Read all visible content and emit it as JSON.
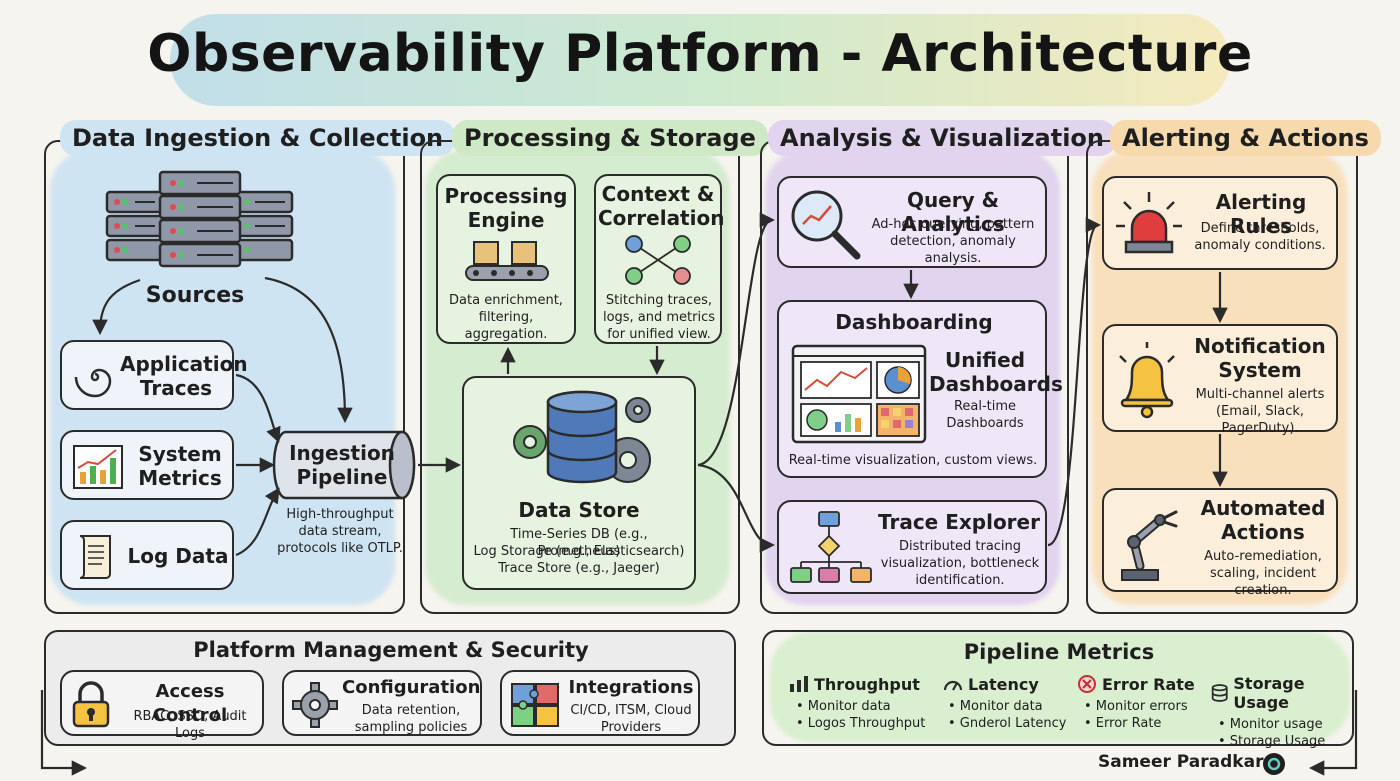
{
  "title": "Observability Platform - Architecture",
  "sections": {
    "ingestion": {
      "title": "Data Ingestion & Collection",
      "sources": "Sources",
      "app_traces": "Application Traces",
      "system_metrics": "System Metrics",
      "log_data": "Log Data",
      "pipeline_title": "Ingestion Pipeline",
      "pipeline_desc": "High-throughput data stream, protocols like OTLP."
    },
    "processing": {
      "title": "Processing & Storage",
      "engine_title": "Processing Engine",
      "engine_desc": "Data enrichment, filtering, aggregation.",
      "context_title": "Context & Correlation",
      "context_desc": "Stitching traces, logs, and metrics for unified view.",
      "store_title": "Data Store",
      "store_line1": "Time-Series DB (e.g., Prometheus)",
      "store_line2": "Log Storage (e.g., Elasticsearch)",
      "store_line3": "Trace Store (e.g., Jaeger)"
    },
    "analysis": {
      "title": "Analysis & Visualization",
      "query_title": "Query & Analytics",
      "query_desc": "Ad-hoc querying, pattern detection, anomaly analysis.",
      "dash_title": "Dashboarding",
      "dash_unified": "Unified Dashboards",
      "dash_realtime": "Real-time Dashboards",
      "dash_desc": "Real-time visualization, custom views.",
      "trace_title": "Trace Explorer",
      "trace_desc": "Distributed tracing visualization, bottleneck identification."
    },
    "alerting": {
      "title": "Alerting & Actions",
      "rules_title": "Alerting Rules",
      "rules_desc": "Define thresholds, anomaly conditions.",
      "notif_title": "Notification System",
      "notif_desc": "Multi-channel alerts (Email, Slack, PagerDuty).",
      "auto_title": "Automated Actions",
      "auto_desc": "Auto-remediation, scaling, incident creation."
    }
  },
  "management": {
    "title": "Platform Management & Security",
    "access_title": "Access Control",
    "access_desc": "RBAC, SSO, Audit Logs",
    "config_title": "Configuration",
    "config_desc": "Data retention, sampling policies",
    "integ_title": "Integrations",
    "integ_desc": "CI/CD, ITSM, Cloud Providers"
  },
  "metrics": {
    "title": "Pipeline Metrics",
    "items": [
      {
        "label": "Throughput",
        "b1": "• Monitor data",
        "b2": "• Logos Throughput"
      },
      {
        "label": "Latency",
        "b1": "• Monitor data",
        "b2": "• Gnderol Latency"
      },
      {
        "label": "Error Rate",
        "b1": "• Monitor errors",
        "b2": "• Error Rate"
      },
      {
        "label": "Storage Usage",
        "b1": "• Monitor usage",
        "b2": "• Storage Usage"
      }
    ]
  },
  "author": "Sameer Paradkar",
  "colors": {
    "blue_wash": "#cfe4f2",
    "green_wash": "#d5ecd0",
    "purple_wash": "#e2d3ef",
    "orange_wash": "#f8e0bd",
    "box_fill": "#eef4fa",
    "green_box": "#e6f3e0",
    "purple_box": "#efe6f7",
    "orange_box": "#fbefdc",
    "outline": "#2b2b2b"
  }
}
